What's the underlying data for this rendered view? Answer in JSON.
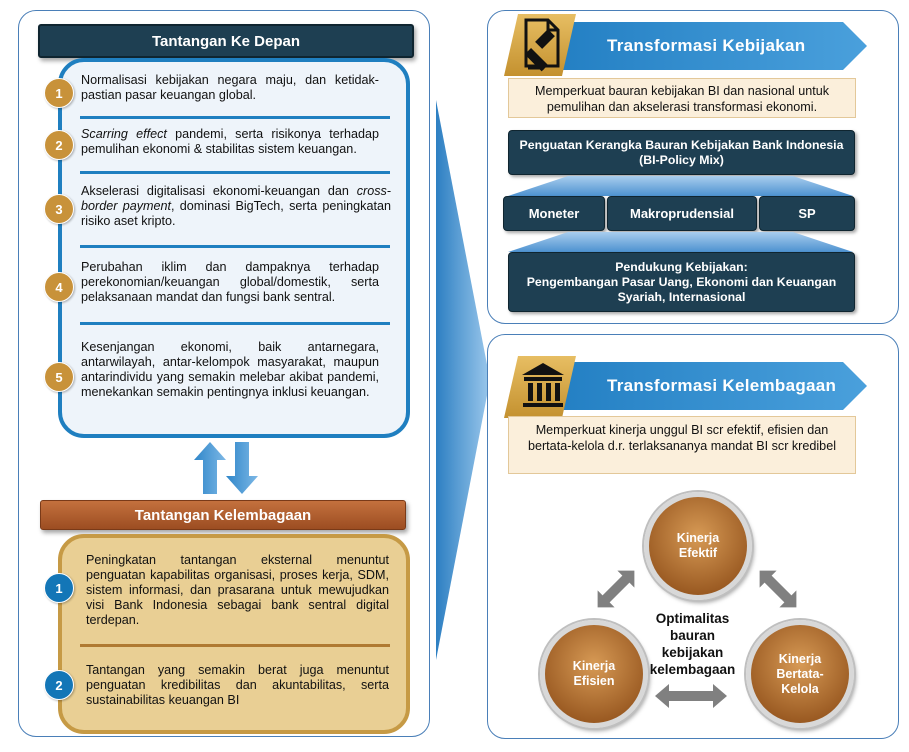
{
  "left": {
    "header_top": "Tantangan Ke Depan",
    "items_top": [
      {
        "num": "1",
        "html": "Normalisasi kebijakan negara maju, dan ketidak-pastian pasar keuangan global."
      },
      {
        "num": "2",
        "html": "<i>Scarring effect</i> pandemi, serta risikonya terhadap pemulihan ekonomi & stabilitas sistem keuangan."
      },
      {
        "num": "3",
        "html": "Akselerasi digitalisasi ekonomi-keuangan dan <i>cross-border payment</i>, dominasi BigTech, serta peningkatan risiko aset kripto."
      },
      {
        "num": "4",
        "html": "Perubahan iklim dan dampaknya terhadap perekonomian/keuangan global/domestik, serta pelaksanaan mandat dan fungsi bank sentral."
      },
      {
        "num": "5",
        "html": "Kesenjangan ekonomi, baik antarnegara, antarwilayah, antar-kelompok masyarakat, maupun antarindividu yang semakin melebar akibat pandemi, menekankan semakin pentingnya inklusi keuangan."
      }
    ],
    "header_bottom": "Tantangan Kelembagaan",
    "items_bottom": [
      {
        "num": "1",
        "html": "Peningkatan tantangan eksternal menuntut penguatan kapabilitas organisasi, proses kerja, SDM, sistem informasi, dan prasarana untuk mewujudkan visi Bank Indonesia sebagai bank sentral digital terdepan."
      },
      {
        "num": "2",
        "html": "Tantangan yang semakin berat juga menuntut penguatan kredibilitas dan akuntabilitas, serta sustainabilitas keuangan BI"
      }
    ]
  },
  "right_top": {
    "title": "Transformasi Kebijakan",
    "icon": "gavel-document-icon",
    "desc": "Memperkuat bauran kebijakan BI  dan nasional untuk pemulihan  dan akselerasi transformasi ekonomi.",
    "framework": "Penguatan Kerangka Bauran Kebijakan Bank Indonesia (BI-Policy Mix)",
    "pillars": [
      "Moneter",
      "Makroprudensial",
      "SP"
    ],
    "support": "Pendukung Kebijakan:\nPengembangan Pasar Uang, Ekonomi dan Keuangan Syariah, Internasional"
  },
  "right_bottom": {
    "title": "Transformasi Kelembagaan",
    "icon": "institution-building-icon",
    "desc": "Memperkuat kinerja unggul BI scr efektif, efisien dan bertata-kelola d.r. terlaksananya mandat BI scr kredibel",
    "circle_top": "Kinerja\nEfektif",
    "circle_left": "Kinerja\nEfisien",
    "circle_right": "Kinerja\nBertata-\nKelola",
    "center": "Optimalitas\nbauran\nkebijakan\nkelembagaan"
  },
  "colors": {
    "navy": "#1e3f52",
    "blue": "#1f7fc0",
    "gold": "#c8923a",
    "brown": "#b0622f"
  }
}
